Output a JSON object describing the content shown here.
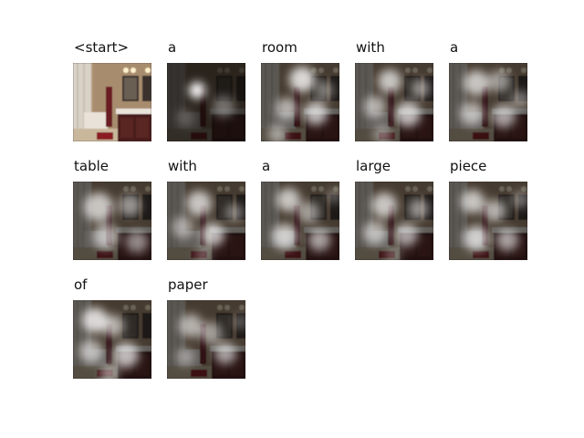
{
  "figure": {
    "tokens": [
      {
        "word": "<start>",
        "kind": "original"
      },
      {
        "word": "a",
        "kind": "attention",
        "variant": 1
      },
      {
        "word": "room",
        "kind": "attention",
        "variant": 2
      },
      {
        "word": "with",
        "kind": "attention",
        "variant": 3
      },
      {
        "word": "a",
        "kind": "attention",
        "variant": 4
      },
      {
        "word": "table",
        "kind": "attention",
        "variant": 5
      },
      {
        "word": "with",
        "kind": "attention",
        "variant": 6
      },
      {
        "word": "a",
        "kind": "attention",
        "variant": 7
      },
      {
        "word": "large",
        "kind": "attention",
        "variant": 8
      },
      {
        "word": "piece",
        "kind": "attention",
        "variant": 9
      },
      {
        "word": "of",
        "kind": "attention",
        "variant": 10
      },
      {
        "word": "paper",
        "kind": "attention",
        "variant": 11
      }
    ]
  }
}
